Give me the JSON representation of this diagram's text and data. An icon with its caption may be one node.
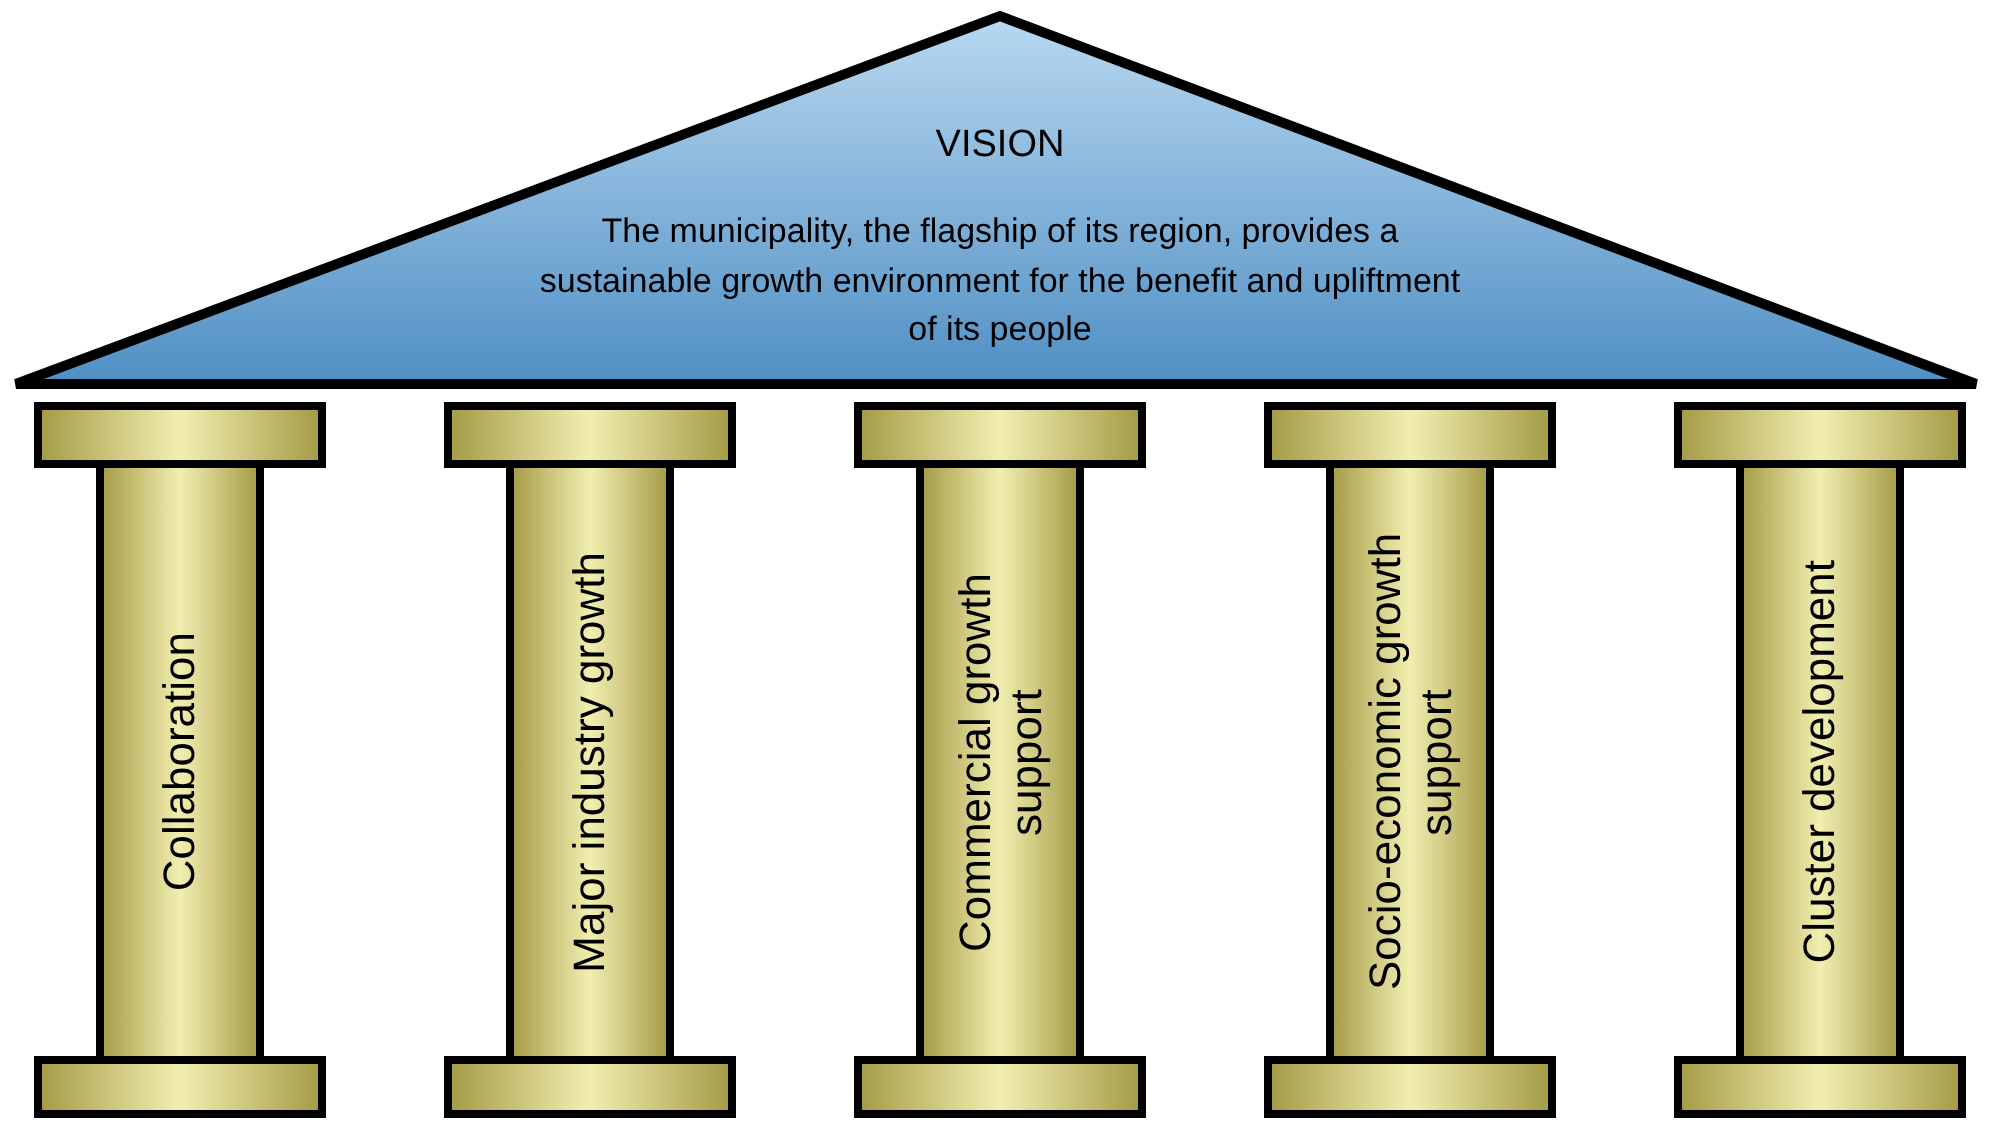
{
  "diagram": {
    "nodes": [
      {
        "text": [
          "VISION",
          "The municipality, the flagship of its region, provides a sustainable growth environment for the benefit and upliftment of its people"
        ]
      },
      {
        "text": [
          "Collaboration"
        ]
      },
      {
        "text": [
          "Major industry growth"
        ]
      },
      {
        "text": [
          "Commercial growth support"
        ]
      },
      {
        "text": [
          "Socio-economic growth support"
        ]
      },
      {
        "text": [
          "Cluster development"
        ]
      }
    ]
  }
}
